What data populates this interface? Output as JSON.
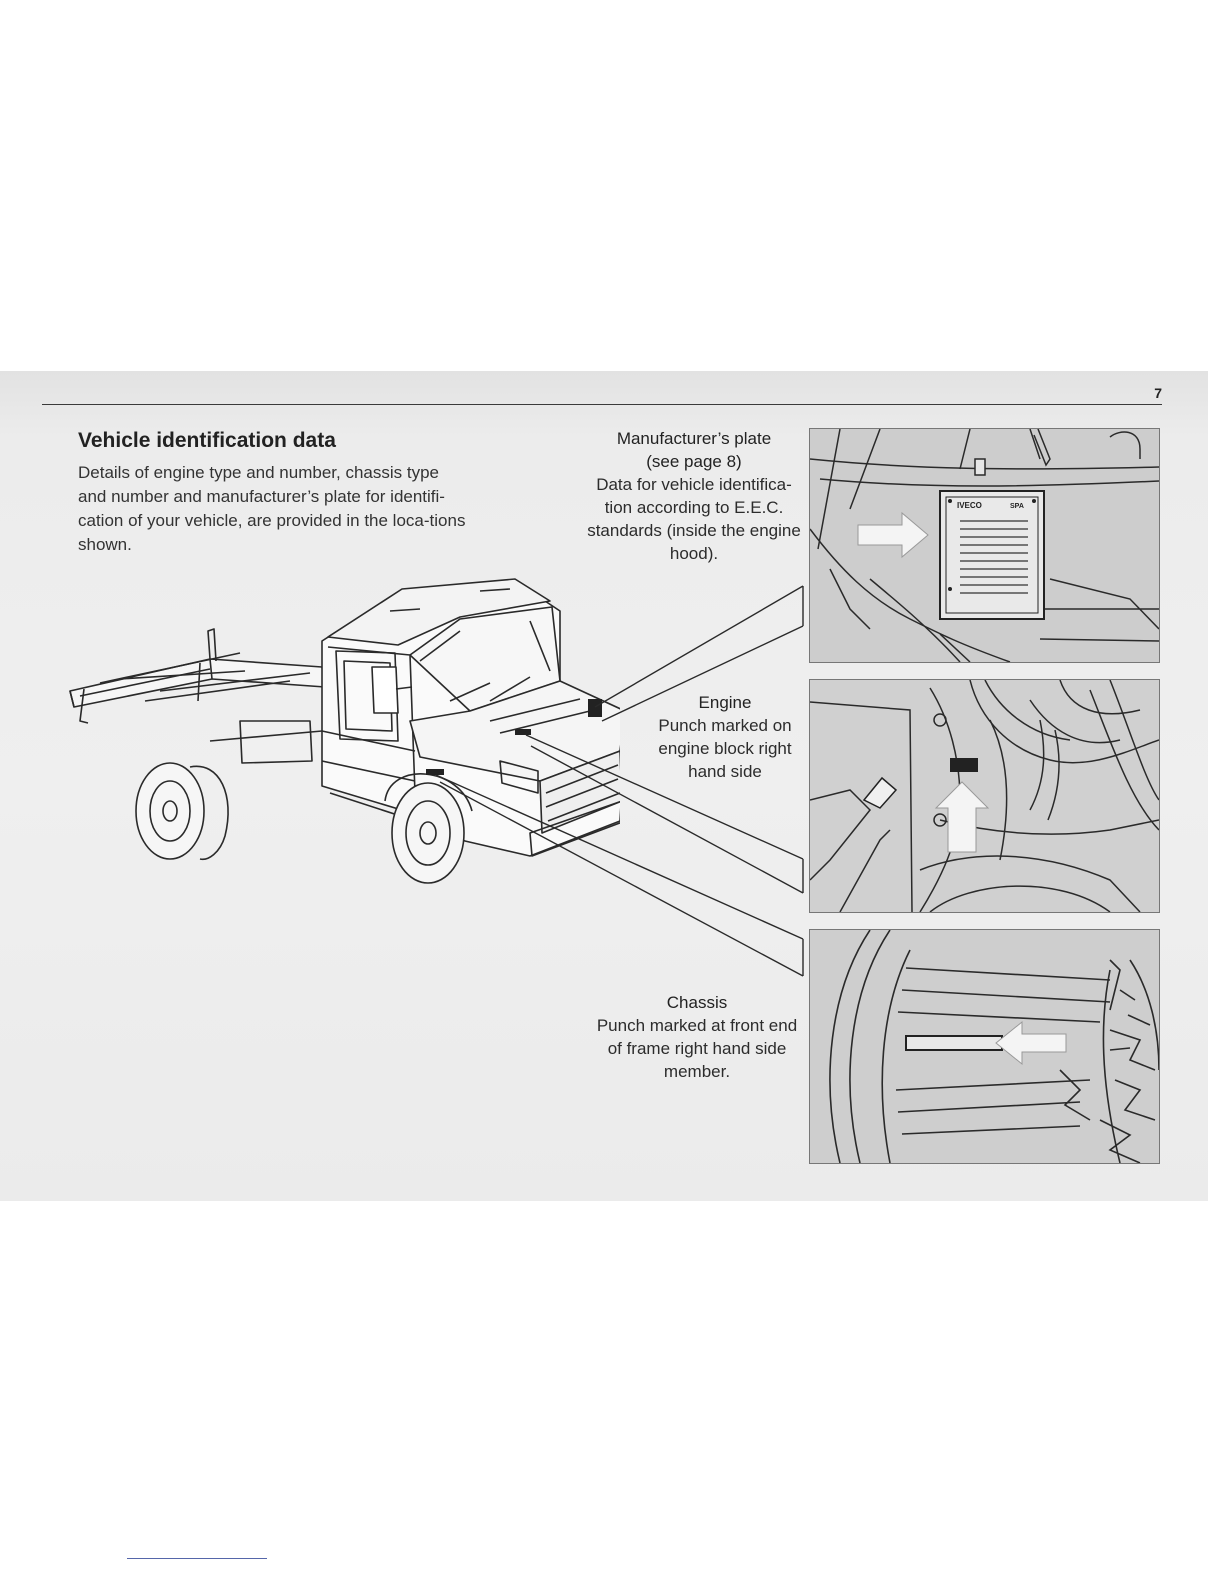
{
  "page_number": "7",
  "heading": "Vehicle identification data",
  "intro": "Details of engine type and number, chassis type and number and manufacturer’s plate for identifi-cation of your vehicle, are provided in the loca-tions shown.",
  "captions": {
    "plate": {
      "title_line1": "Manufacturer’s plate",
      "title_line2": "(see page 8)",
      "text": "Data for vehicle identifica-tion according to E.E.C. standards (inside the engine hood)."
    },
    "engine": {
      "title": "Engine",
      "text": "Punch marked on engine block right hand side"
    },
    "chassis": {
      "title": "Chassis",
      "text": "Punch marked at front end of frame right hand side member."
    }
  },
  "plate_label": {
    "brand": "IVECO",
    "suffix": "SPA"
  },
  "icons": [
    "arrow-right-icon",
    "arrow-up-icon",
    "arrow-left-icon"
  ],
  "colors": {
    "page_background": "#efefef",
    "panel_background": "#cfcfcf",
    "line_art": "#2a2a2a",
    "arrow_fill": "#f4f4f4"
  }
}
